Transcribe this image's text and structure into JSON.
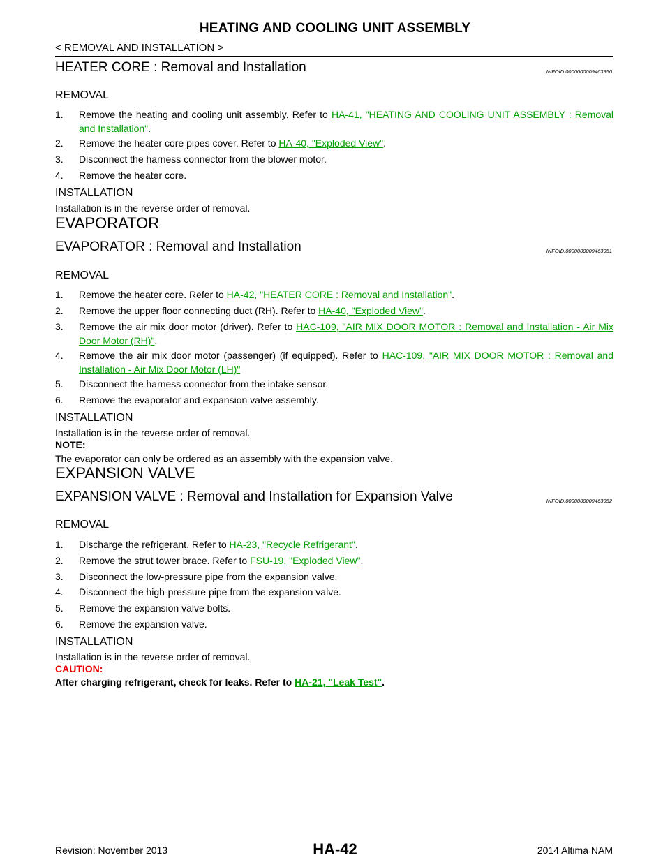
{
  "header": {
    "title": "HEATING AND COOLING UNIT ASSEMBLY",
    "breadcrumb": "< REMOVAL AND INSTALLATION >"
  },
  "heater_core": {
    "heading": "HEATER CORE : Removal and Installation",
    "infoid": "INFOID:0000000009463950",
    "removal_label": "REMOVAL",
    "steps": [
      {
        "num": "1.",
        "pre": "Remove the heating and cooling unit assembly. Refer to ",
        "link": "HA-41, \"HEATING AND COOLING UNIT ASSEMBLY : Removal and Installation\"",
        "post": "."
      },
      {
        "num": "2.",
        "pre": "Remove the heater core pipes cover. Refer to ",
        "link": "HA-40, \"Exploded View\"",
        "post": "."
      },
      {
        "num": "3.",
        "pre": "Disconnect the harness connector from the blower motor.",
        "link": "",
        "post": ""
      },
      {
        "num": "4.",
        "pre": "Remove the heater core.",
        "link": "",
        "post": ""
      }
    ],
    "installation_label": "INSTALLATION",
    "installation_text": "Installation is in the reverse order of removal."
  },
  "evaporator": {
    "section_title": "EVAPORATOR",
    "heading": "EVAPORATOR : Removal and Installation",
    "infoid": "INFOID:0000000009463951",
    "removal_label": "REMOVAL",
    "steps": [
      {
        "num": "1.",
        "pre": "Remove the heater core. Refer to ",
        "link": "HA-42, \"HEATER CORE : Removal and Installation\"",
        "post": "."
      },
      {
        "num": "2.",
        "pre": "Remove the upper floor connecting duct (RH). Refer to ",
        "link": "HA-40, \"Exploded View\"",
        "post": "."
      },
      {
        "num": "3.",
        "pre": "Remove the air mix door motor (driver). Refer to ",
        "link": "HAC-109, \"AIR MIX DOOR MOTOR : Removal and Installation - Air Mix Door Motor (RH)\"",
        "post": "."
      },
      {
        "num": "4.",
        "pre": "Remove the air mix door motor (passenger) (if equipped). Refer to ",
        "link": "HAC-109, \"AIR MIX DOOR MOTOR : Removal and Installation - Air Mix Door Motor (LH)\"",
        "post": ""
      },
      {
        "num": "5.",
        "pre": "Disconnect the harness connector from the intake sensor.",
        "link": "",
        "post": ""
      },
      {
        "num": "6.",
        "pre": "Remove the evaporator and expansion valve assembly.",
        "link": "",
        "post": ""
      }
    ],
    "installation_label": "INSTALLATION",
    "installation_text": "Installation is in the reverse order of removal.",
    "note_label": "NOTE:",
    "note_text": "The evaporator can only be ordered as an assembly with the expansion valve."
  },
  "expansion_valve": {
    "section_title": "EXPANSION VALVE",
    "heading": "EXPANSION VALVE : Removal and Installation for Expansion Valve",
    "infoid": "INFOID:0000000009463952",
    "removal_label": "REMOVAL",
    "steps": [
      {
        "num": "1.",
        "pre": "Discharge the refrigerant. Refer to ",
        "link": "HA-23, \"Recycle Refrigerant\"",
        "post": "."
      },
      {
        "num": "2.",
        "pre": "Remove the strut tower brace. Refer to ",
        "link": "FSU-19, \"Exploded View\"",
        "post": "."
      },
      {
        "num": "3.",
        "pre": "Disconnect the low-pressure pipe from the expansion valve.",
        "link": "",
        "post": ""
      },
      {
        "num": "4.",
        "pre": "Disconnect the high-pressure pipe from the expansion valve.",
        "link": "",
        "post": ""
      },
      {
        "num": "5.",
        "pre": "Remove the expansion valve bolts.",
        "link": "",
        "post": ""
      },
      {
        "num": "6.",
        "pre": "Remove the expansion valve.",
        "link": "",
        "post": ""
      }
    ],
    "installation_label": "INSTALLATION",
    "installation_text": "Installation is in the reverse order of removal.",
    "caution_label": "CAUTION:",
    "caution_pre": "After charging refrigerant, check for leaks. Refer to ",
    "caution_link": "HA-21, \"Leak Test\"",
    "caution_post": "."
  },
  "footer": {
    "revision": "Revision: November 2013",
    "page": "HA-42",
    "model": "2014 Altima NAM"
  },
  "colors": {
    "link": "#00a000",
    "caution": "#e60000"
  }
}
